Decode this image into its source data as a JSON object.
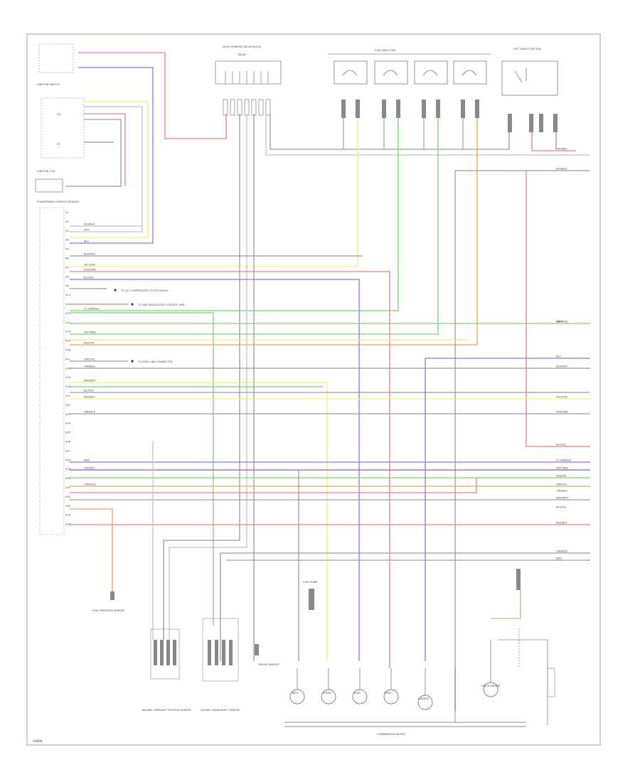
{
  "diagram": {
    "footer_code": "A3994",
    "colors": {
      "red": "#f47a7a",
      "blue": "#7b7bf4",
      "yellow": "#efef7a",
      "green": "#6fd66f",
      "orange": "#f6a24d",
      "gray": "#9a9a9a",
      "gray_light": "#c4c4c4",
      "pink": "#f4a9b8"
    },
    "components": {
      "main_relay_block": "MULTI-PURPOSE RELAY BLOCK",
      "fuel_injectors": "FUEL INJECTORS",
      "left_dash_box": "LEFT DASH FUSE BOX",
      "ignition_switch": "IGNITION SWITCH",
      "ignition_coil": "IGNITION COIL",
      "ecm": "POWERTRAIN CONTROL MODULE",
      "fuel_pressure": "FUEL PRESSURE SENSOR",
      "tdc_sensor_1": "ENGINE CAMSHAFT POSITION SENSOR",
      "tdc_sensor_2": "ENGINE CRANKSHAFT SENSOR",
      "knock_sensor": "KNOCK SENSOR",
      "fuel_pump": "FUEL PUMP",
      "cluster": "COMBINATION METER"
    },
    "pin_labels": [
      "A1",
      "A2",
      "A3",
      "A4",
      "A5",
      "A6",
      "A7",
      "A8",
      "A9",
      "A10",
      "A11",
      "A12",
      "A13",
      "A14",
      "A15",
      "A16",
      "A17",
      "A18",
      "A19",
      "A20",
      "A21",
      "A22",
      "A23",
      "A24",
      "A25",
      "A26",
      "A27",
      "A28",
      "A29",
      "A30",
      "A31",
      "A32",
      "A33",
      "A34",
      "A35"
    ],
    "wire_labels": [
      "BLK/RED",
      "WHT",
      "BLU",
      "BLK/WHT",
      "YEL/GRN",
      "RED/GRN",
      "BLK/YEL",
      "LT GRN/RED",
      "WHT/RED",
      "RED/YEL",
      "GRN/YEL",
      "ORN/BLU",
      "BRN/WHT",
      "BLU/YEL",
      "RED/BLK",
      "GRN/BLK",
      "BRN",
      "GRY/BLK",
      "ORN/RED"
    ],
    "notes": [
      "TO A/C COMPRESSOR CLUTCH RELAY",
      "TO ABS MODULATOR CONTROL UNIT",
      "TO DATA LINK CONNECTOR"
    ],
    "gauges": [
      "TACH",
      "SPEED",
      "FUEL",
      "TEMP",
      "CHARGE",
      "CHECK ENGINE"
    ]
  }
}
